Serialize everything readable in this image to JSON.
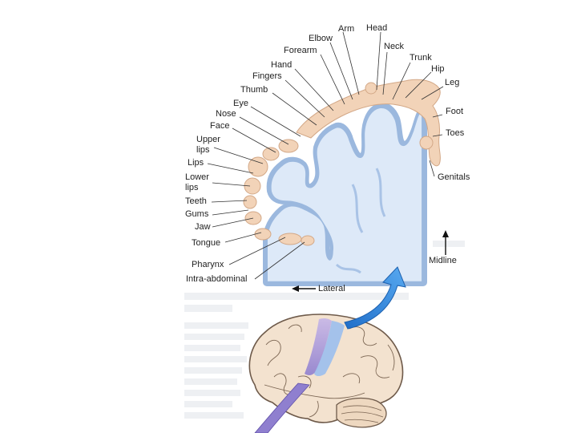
{
  "figure": {
    "labels": {
      "arm": "Arm",
      "head": "Head",
      "elbow": "Elbow",
      "neck": "Neck",
      "forearm": "Forearm",
      "trunk": "Trunk",
      "hand": "Hand",
      "hip": "Hip",
      "fingers": "Fingers",
      "leg": "Leg",
      "thumb": "Thumb",
      "eye": "Eye",
      "nose": "Nose",
      "foot": "Foot",
      "face": "Face",
      "toes": "Toes",
      "upper_lips_1": "Upper",
      "upper_lips_2": "lips",
      "lips": "Lips",
      "genitals": "Genitals",
      "lower_lips_1": "Lower",
      "lower_lips_2": "lips",
      "teeth": "Teeth",
      "gums": "Gums",
      "jaw": "Jaw",
      "tongue": "Tongue",
      "midline": "Midline",
      "pharynx": "Pharynx",
      "intra_abdominal": "Intra-abdominal",
      "lateral": "Lateral"
    },
    "colors": {
      "cortex": "#c9dcf5",
      "cortex_outline": "#9bb8de",
      "homunculus_skin": "#f2d3b8",
      "brain": "#f3e2cf",
      "motor_strip": "#b9a5de",
      "sensory_strip": "#9fc0ec",
      "arrow": "#2f7fd6"
    }
  }
}
